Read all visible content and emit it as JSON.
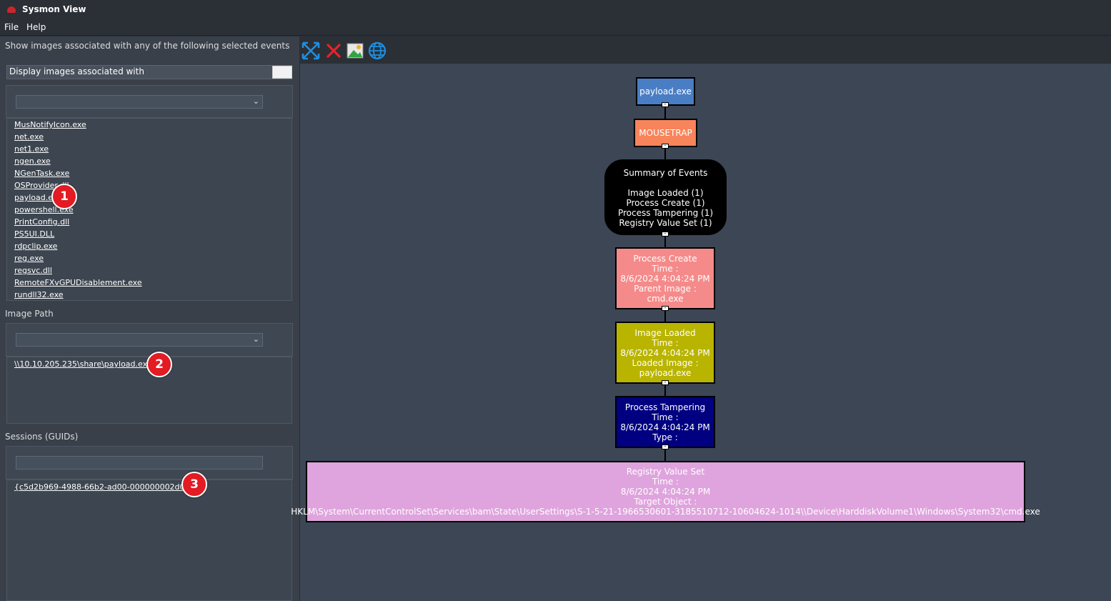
{
  "window": {
    "title": "Sysmon View"
  },
  "menu": {
    "file": "File",
    "help": "Help"
  },
  "left": {
    "heading": "Show images associated with any of the following selected events",
    "display_label": "Display images associated with",
    "images": [
      "MusNotifyIcon.exe",
      "net.exe",
      "net1.exe",
      "ngen.exe",
      "NGenTask.exe",
      "OSProvider.dll",
      "payload.exe",
      "powershell.exe",
      "PrintConfig.dll",
      "PS5UI.DLL",
      "rdpclip.exe",
      "reg.exe",
      "regsvc.dll",
      "RemoteFXvGPUDisablement.exe",
      "rundll32.exe"
    ],
    "image_path_label": "Image Path",
    "image_paths": [
      "\\\\10.10.205.235\\share\\payload.exe"
    ],
    "sessions_label": "Sessions (GUIDs)",
    "sessions": [
      "{c5d2b969-4988-66b2-ad00-000000002d01}"
    ]
  },
  "badges": [
    "1",
    "2",
    "3"
  ],
  "toolbar": {
    "icons": [
      "expand-icon",
      "clear-icon",
      "image-icon",
      "globe-icon"
    ]
  },
  "graph": {
    "colors": {
      "payload": "#4a7ec4",
      "mousetrap": "#f7845a",
      "summary": "#000000",
      "process_create": "#f58a8a",
      "image_loaded": "#b9b400",
      "process_tampering": "#000080",
      "registry": "#dfa4dd"
    },
    "payload_node": {
      "label": "payload.exe"
    },
    "mousetrap_node": {
      "label": "MOUSETRAP"
    },
    "summary_node": {
      "title": "Summary of Events",
      "lines": [
        "Image Loaded (1)",
        "Process Create (1)",
        "Process Tampering (1)",
        "Registry Value Set (1)"
      ]
    },
    "process_create": {
      "lines": [
        "Process Create",
        "Time :",
        "8/6/2024 4:04:24 PM",
        "Parent Image :",
        "cmd.exe"
      ]
    },
    "image_loaded": {
      "lines": [
        "Image Loaded",
        "Time :",
        "8/6/2024 4:04:24 PM",
        "Loaded Image :",
        "payload.exe"
      ]
    },
    "process_tampering": {
      "lines": [
        "Process Tampering",
        "Time :",
        "8/6/2024 4:04:24 PM",
        "Type :"
      ]
    },
    "registry_value_set": {
      "lines": [
        "Registry Value Set",
        "Time :",
        "8/6/2024 4:04:24 PM",
        "Target Object :",
        "HKLM\\System\\CurrentControlSet\\Services\\bam\\State\\UserSettings\\S-1-5-21-1966530601-3185510712-10604624-1014\\\\Device\\HarddiskVolume1\\Windows\\System32\\cmd.exe"
      ]
    }
  }
}
